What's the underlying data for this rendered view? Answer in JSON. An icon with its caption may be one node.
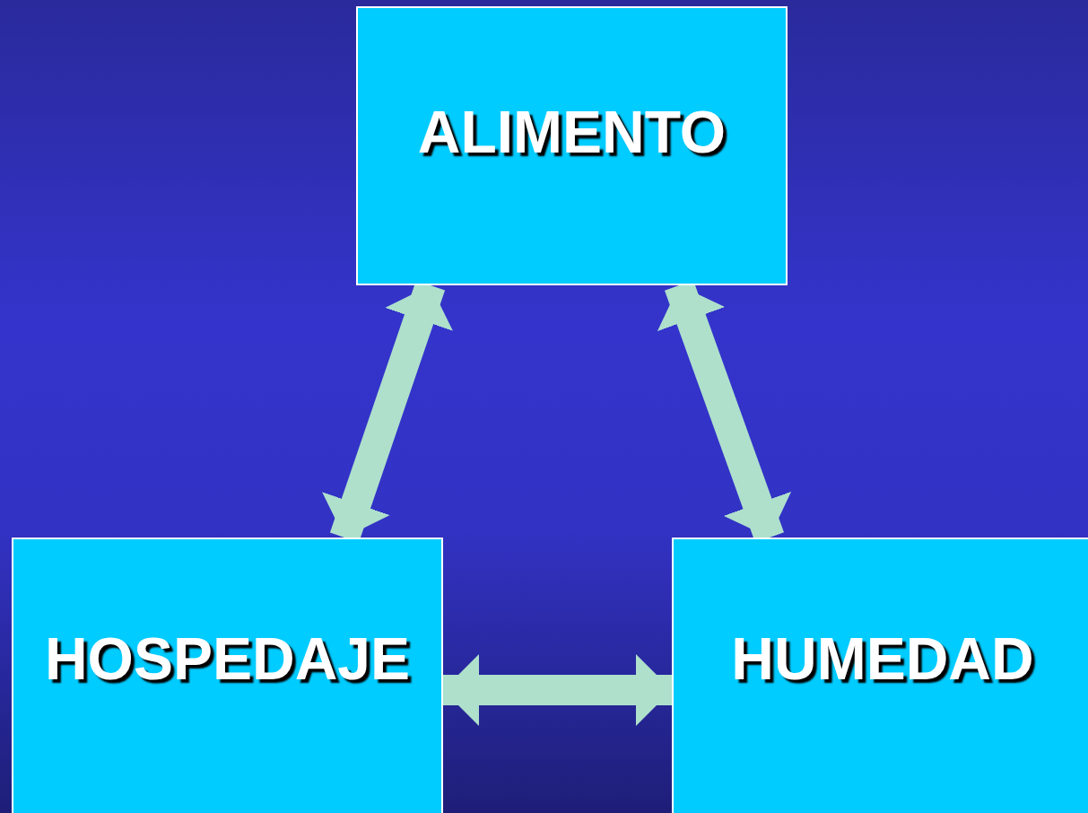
{
  "diagram": {
    "nodes": [
      {
        "text": [
          "ALIMENTO"
        ]
      },
      {
        "text": [
          "HOSPEDAJE"
        ]
      },
      {
        "text": [
          "HUMEDAD"
        ]
      }
    ],
    "edges": [
      {
        "from": 0,
        "to": 1,
        "arrow": "both"
      },
      {
        "from": 0,
        "to": 2,
        "arrow": "both"
      },
      {
        "from": 1,
        "to": 2,
        "arrow": "both"
      }
    ]
  }
}
